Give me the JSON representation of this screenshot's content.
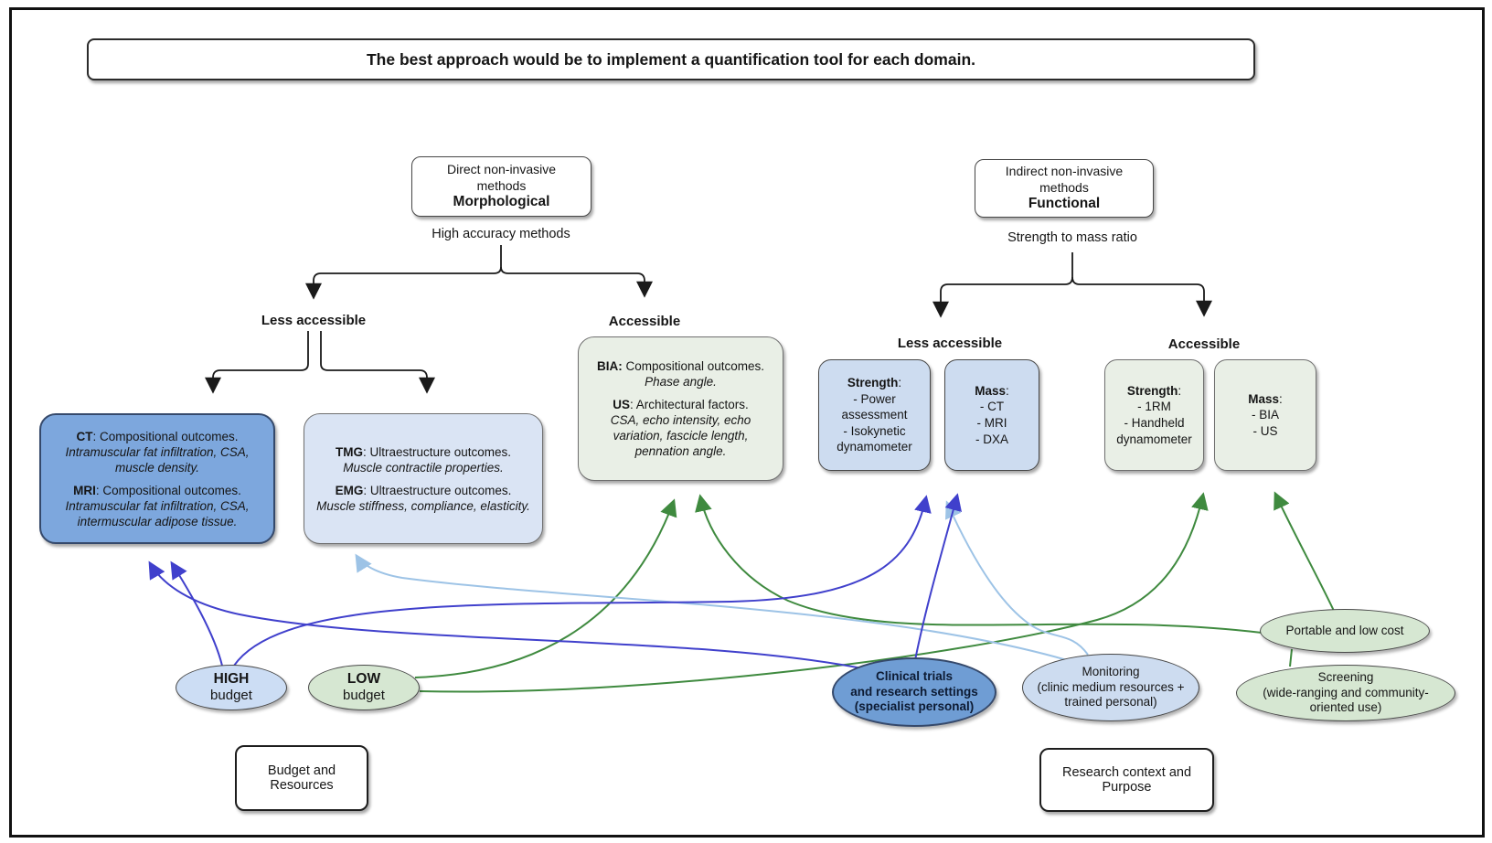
{
  "title": "The best approach would be to implement a quantification tool for each domain.",
  "colors": {
    "dark_blue_arrow": "#4040cc",
    "light_blue_arrow": "#9dc3e6",
    "green_arrow": "#3f8a3f",
    "black_line": "#1a1a1a",
    "ct_mri_fill": "#7da7dd",
    "clinical_fill": "#6f9dd4",
    "light_blue_fill": "#dae4f4",
    "mid_blue_fill": "#cddcf0",
    "high_budget_fill": "#ccddf4",
    "green_fill": "#d6e7d2",
    "gray_green_fill": "#e9efe6"
  },
  "morphological": {
    "header_lines": "Direct non-invasive\nmethods",
    "header_bold": "Morphological",
    "subtitle": "High accuracy methods",
    "less_accessible_label": "Less accessible",
    "accessible_label": "Accessible",
    "ct_mri": {
      "e1_term": "CT",
      "e1_rest": ": Compositional outcomes.",
      "e1_detail": "Intramuscular fat infiltration, CSA, muscle density.",
      "e2_term": "MRI",
      "e2_rest": ": Compositional outcomes.",
      "e2_detail": "Intramuscular fat infiltration, CSA, intermuscular adipose tissue."
    },
    "tmg_emg": {
      "e1_term": "TMG",
      "e1_rest": ": Ultraestructure outcomes.",
      "e1_detail": "Muscle contractile properties.",
      "e2_term": "EMG",
      "e2_rest": ": Ultraestructure outcomes.",
      "e2_detail": "Muscle stiffness, compliance, elasticity."
    },
    "bia_us": {
      "e1_term": "BIA:",
      "e1_rest": " Compositional outcomes.",
      "e1_detail": "Phase angle.",
      "e2_term": "US",
      "e2_rest": ": Architectural factors.",
      "e2_detail": "CSA, echo intensity, echo variation, fascicle length, pennation angle."
    }
  },
  "functional": {
    "header_lines": "Indirect non-invasive\nmethods",
    "header_bold": "Functional",
    "subtitle": "Strength to mass ratio",
    "less_accessible_label": "Less accessible",
    "accessible_label": "Accessible",
    "strength_less": {
      "title": "Strength",
      "colon": ":",
      "items": "- Power\nassessment\n- Isokynetic\ndynamometer"
    },
    "mass_less": {
      "title": "Mass",
      "colon": ":",
      "items": "- CT\n- MRI\n- DXA"
    },
    "strength_acc": {
      "title": "Strength",
      "colon": ":",
      "items": "- 1RM\n- Handheld\ndynamometer"
    },
    "mass_acc": {
      "title": "Mass",
      "colon": ":",
      "items": "- BIA\n- US"
    }
  },
  "ellipses": {
    "high_budget": {
      "bold": "HIGH",
      "rest": "budget"
    },
    "low_budget": {
      "bold": "LOW",
      "rest": "budget"
    },
    "clinical_trials": "Clinical trials\nand research settings\n(specialist personal)",
    "monitoring": "Monitoring\n(clinic medium resources +\ntrained personal)",
    "portable": "Portable and low cost",
    "screening": "Screening\n(wide-ranging and community-\noriented use)"
  },
  "footers": {
    "budget": "Budget and\nResources",
    "context": "Research context and\nPurpose"
  }
}
